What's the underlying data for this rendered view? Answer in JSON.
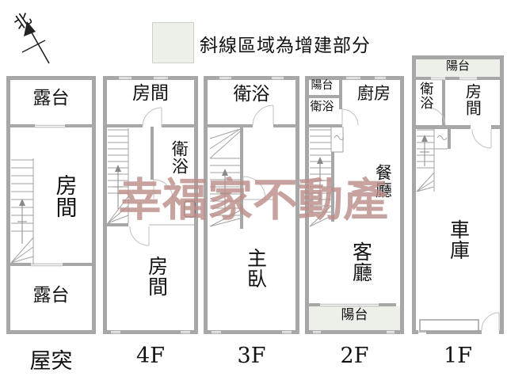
{
  "compass": {
    "label": "北"
  },
  "legend": {
    "text": "斜線區域為增建部分",
    "addition_fill": "#edf0e8"
  },
  "watermark": {
    "text": "幸福家不動產",
    "color": "#bd8e89"
  },
  "floors": [
    {
      "label": "屋突",
      "rooms": [
        "露台",
        "房間",
        "露台"
      ]
    },
    {
      "label": "4F",
      "rooms": [
        "房間",
        "衛浴",
        "房間"
      ]
    },
    {
      "label": "3F",
      "rooms": [
        "衛浴",
        "主臥"
      ]
    },
    {
      "label": "2F",
      "rooms": [
        "陽台",
        "衛浴",
        "廚房",
        "餐廳",
        "客廳",
        "陽台"
      ]
    },
    {
      "label": "1F",
      "rooms": [
        "陽台",
        "衛浴",
        "房間",
        "車庫"
      ]
    }
  ]
}
